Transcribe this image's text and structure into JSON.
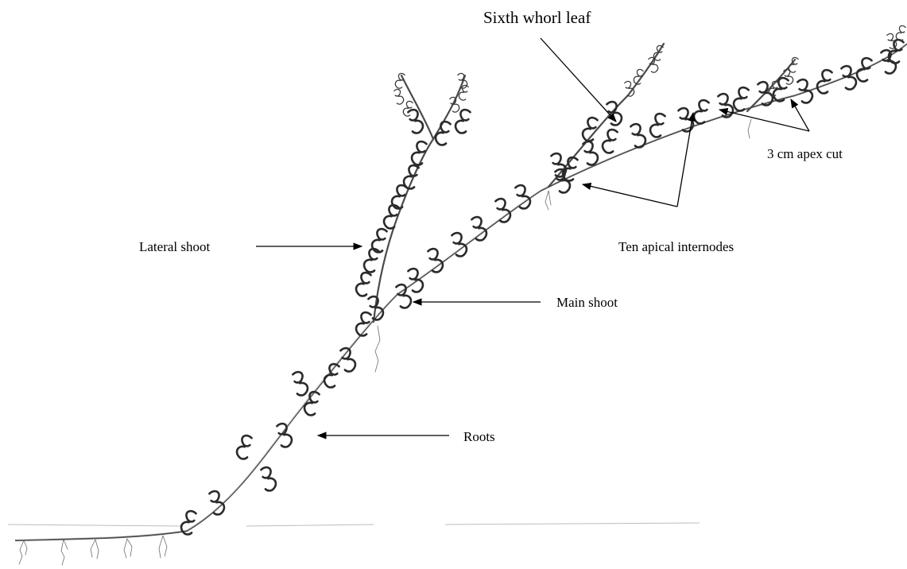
{
  "labels": {
    "sixth_whorl_leaf": "Sixth whorl leaf",
    "apex_cut": "3 cm apex cut",
    "ten_apical_internodes": "Ten apical internodes",
    "lateral_shoot": "Lateral shoot",
    "main_shoot": "Main shoot",
    "roots": "Roots"
  },
  "colors": {
    "stem": "#4a4a4a",
    "leaf": "#2b2b2b",
    "arrow": "#000000"
  }
}
